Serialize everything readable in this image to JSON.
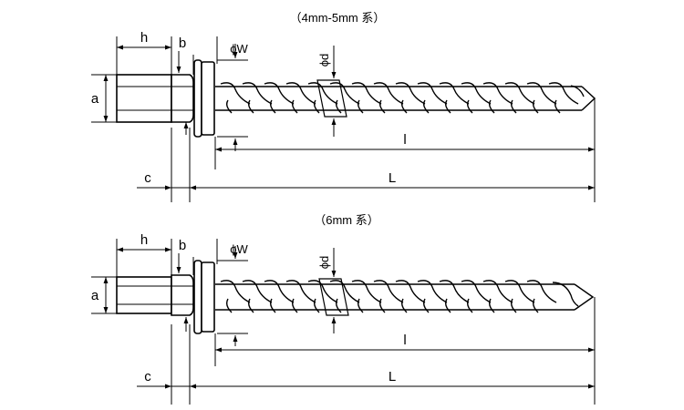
{
  "figures": [
    {
      "caption": "（4mm-5mm 系）",
      "labels": {
        "h": "h",
        "b": "b",
        "a": "a",
        "c": "c",
        "phiW": "ϕW",
        "phid": "ϕd",
        "l": "l",
        "L": "L"
      }
    },
    {
      "caption": "（6mm 系）",
      "labels": {
        "h": "h",
        "b": "b",
        "a": "a",
        "c": "c",
        "phiW": "ϕW",
        "phid": "ϕd",
        "l": "l",
        "L": "L"
      }
    }
  ]
}
